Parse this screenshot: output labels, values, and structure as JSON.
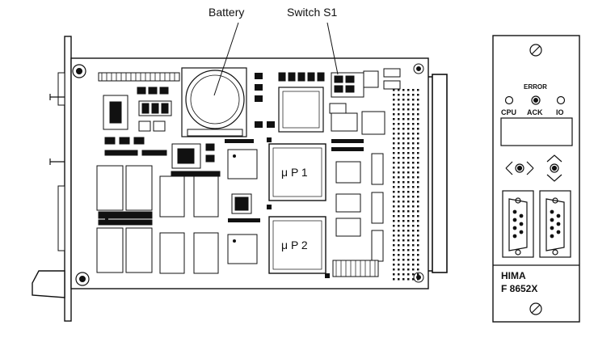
{
  "labels": {
    "battery": "Battery",
    "switch": "Switch S1",
    "cpu1": "μ P 1",
    "cpu2": "μ P 2"
  },
  "front_panel": {
    "error": "ERROR",
    "cpu": "CPU",
    "ack": "ACK",
    "io": "IO",
    "brand": "HIMA",
    "model": "F 8652X"
  },
  "icons": [
    "screw-icon",
    "led-icon",
    "diamond-arrow-icon",
    "vertical-arrow-icon",
    "sub-d-connector-icon"
  ]
}
